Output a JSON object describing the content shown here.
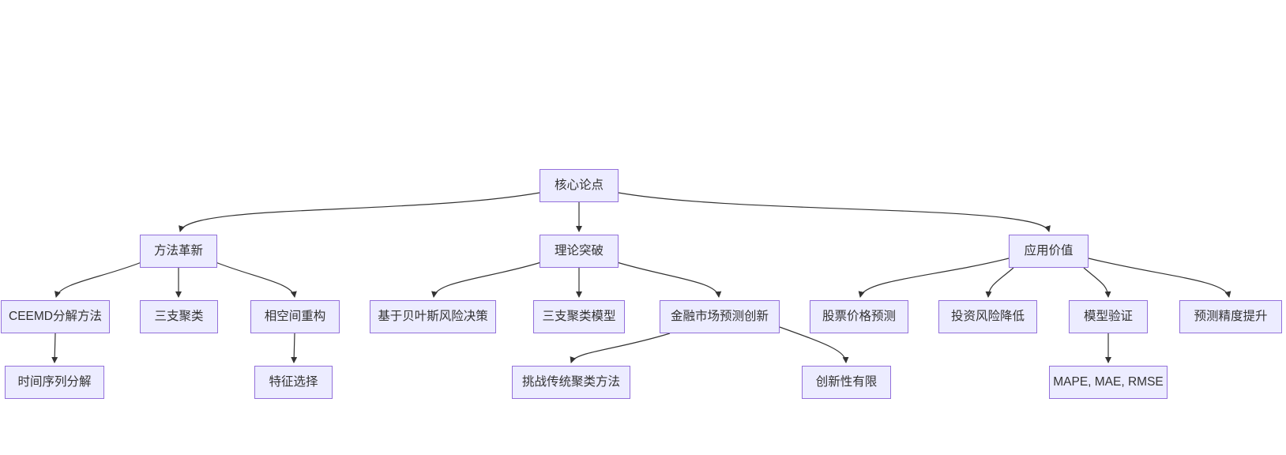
{
  "diagram": {
    "type": "flowchart-top-down",
    "colors": {
      "background": "#ffffff",
      "node_fill": "#ECECFF",
      "node_border": "#9370DB",
      "text_color": "#333333",
      "edge_color": "#333333"
    },
    "nodes": {
      "core": {
        "label": "核心论点"
      },
      "method": {
        "label": "方法革新"
      },
      "theory": {
        "label": "理论突破"
      },
      "value": {
        "label": "应用价值"
      },
      "ceemd": {
        "label": "CEEMD分解方法"
      },
      "three_way": {
        "label": "三支聚类"
      },
      "phase": {
        "label": "相空间重构"
      },
      "bayes": {
        "label": "基于贝叶斯风险决策"
      },
      "twc_model": {
        "label": "三支聚类模型"
      },
      "fin": {
        "label": "金融市场预测创新"
      },
      "stock": {
        "label": "股票价格预测"
      },
      "risk": {
        "label": "投资风险降低"
      },
      "validation": {
        "label": "模型验证"
      },
      "accuracy": {
        "label": "预测精度提升"
      },
      "ts_decomp": {
        "label": "时间序列分解"
      },
      "feature": {
        "label": "特征选择"
      },
      "challenge": {
        "label": "挑战传统聚类方法"
      },
      "limited": {
        "label": "创新性有限"
      },
      "metrics": {
        "label": "MAPE, MAE, RMSE"
      }
    },
    "edges": [
      {
        "from": "core",
        "to": "method"
      },
      {
        "from": "core",
        "to": "theory"
      },
      {
        "from": "core",
        "to": "value"
      },
      {
        "from": "method",
        "to": "ceemd"
      },
      {
        "from": "method",
        "to": "three_way"
      },
      {
        "from": "method",
        "to": "phase"
      },
      {
        "from": "theory",
        "to": "bayes"
      },
      {
        "from": "theory",
        "to": "twc_model"
      },
      {
        "from": "theory",
        "to": "fin"
      },
      {
        "from": "value",
        "to": "stock"
      },
      {
        "from": "value",
        "to": "risk"
      },
      {
        "from": "value",
        "to": "validation"
      },
      {
        "from": "value",
        "to": "accuracy"
      },
      {
        "from": "ceemd",
        "to": "ts_decomp"
      },
      {
        "from": "phase",
        "to": "feature"
      },
      {
        "from": "fin",
        "to": "challenge"
      },
      {
        "from": "fin",
        "to": "limited"
      },
      {
        "from": "validation",
        "to": "metrics"
      }
    ]
  }
}
